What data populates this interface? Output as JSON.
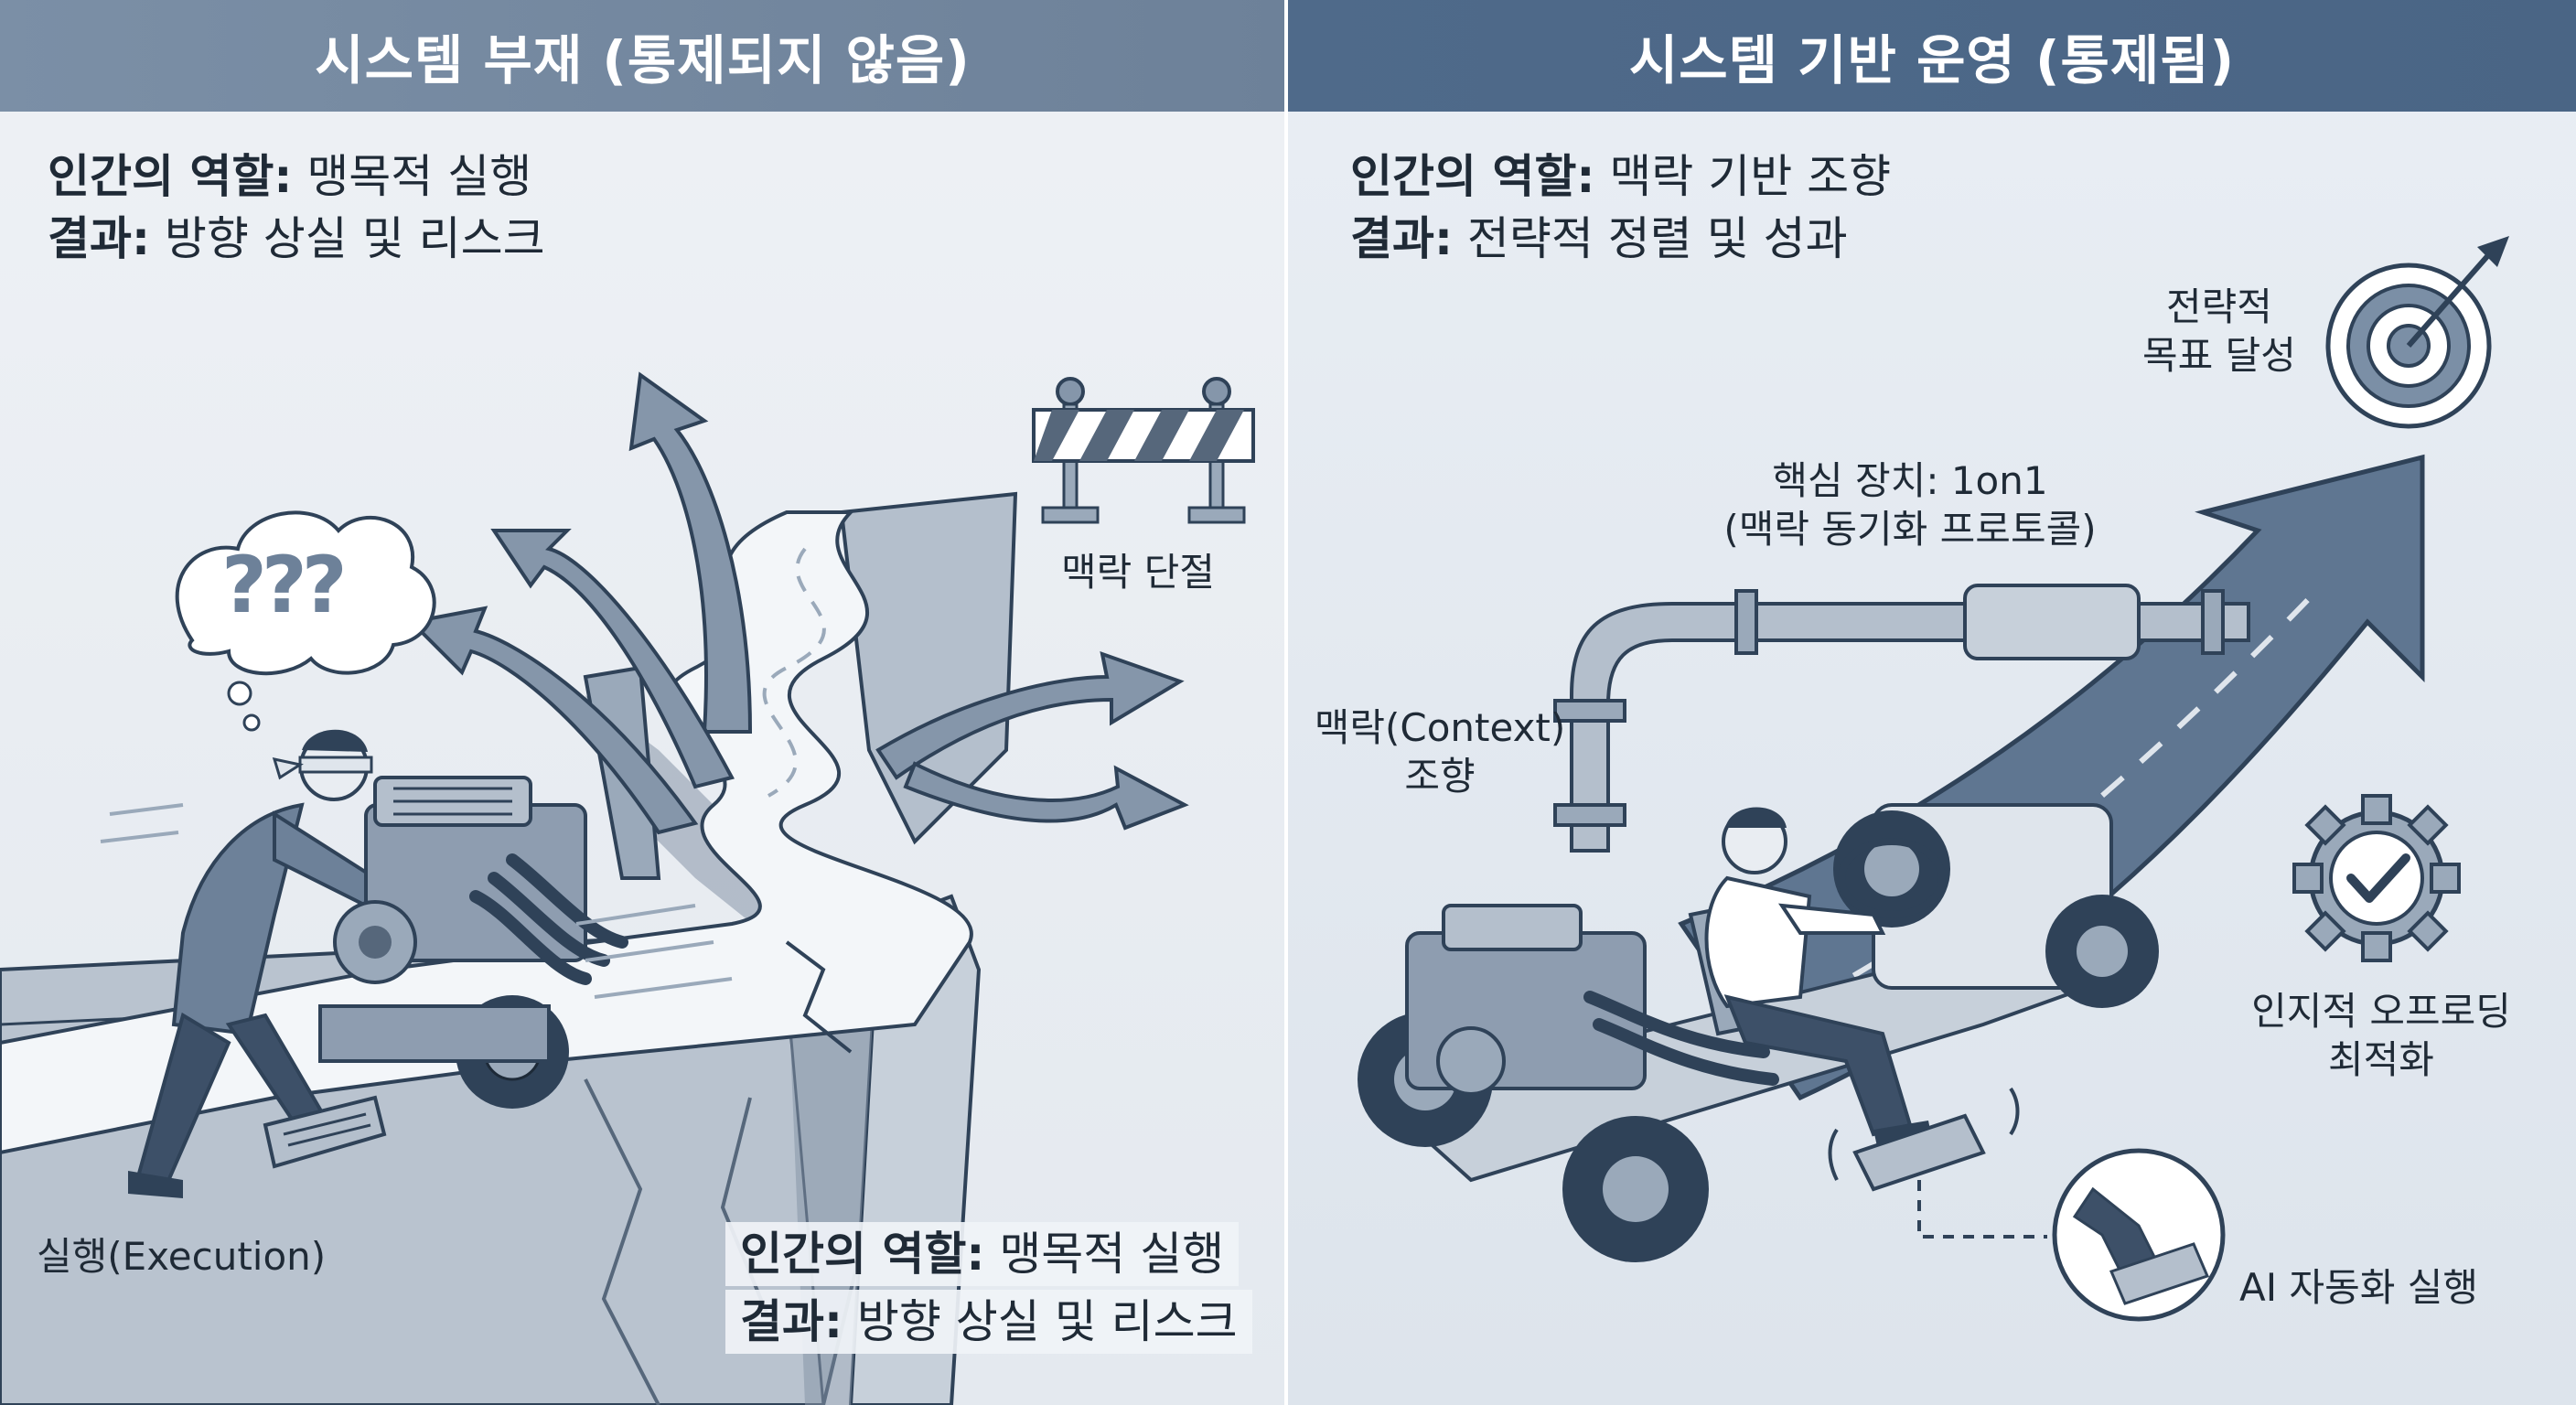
{
  "left": {
    "header": "시스템 부재 (통제되지 않음)",
    "role_label": "인간의 역할:",
    "role_value": "맹목적 실행",
    "result_label": "결과:",
    "result_value": "방향 상실 및 리스크",
    "label_disconnect": "맥락 단절",
    "label_execution": "실행(Execution)",
    "bottom_role_label": "인간의 역할:",
    "bottom_role_value": "맹목적 실행",
    "bottom_result_label": "결과:",
    "bottom_result_value": "방향 상실 및 리스크",
    "thought_symbols": "???"
  },
  "right": {
    "header": "시스템 기반 운영 (통제됨)",
    "role_label": "인간의 역할:",
    "role_value": "맥락 기반 조향",
    "result_label": "결과:",
    "result_value": "전략적 정렬 및 성과",
    "goal_line1": "전략적",
    "goal_line2": "목표 달성",
    "device_line1": "핵심 장치: 1on1",
    "device_line2": "(맥락 동기화 프로토콜)",
    "context_line1": "맥락(Context)",
    "context_line2": "조향",
    "offload_line1": "인지적 오프로딩",
    "offload_line2": "최적화",
    "ai_label": "AI 자동화 실행"
  },
  "colors": {
    "navy": "#2f4258",
    "slate": "#6d8199",
    "steel": "#9aa9ba",
    "light": "#dfe5ec"
  }
}
